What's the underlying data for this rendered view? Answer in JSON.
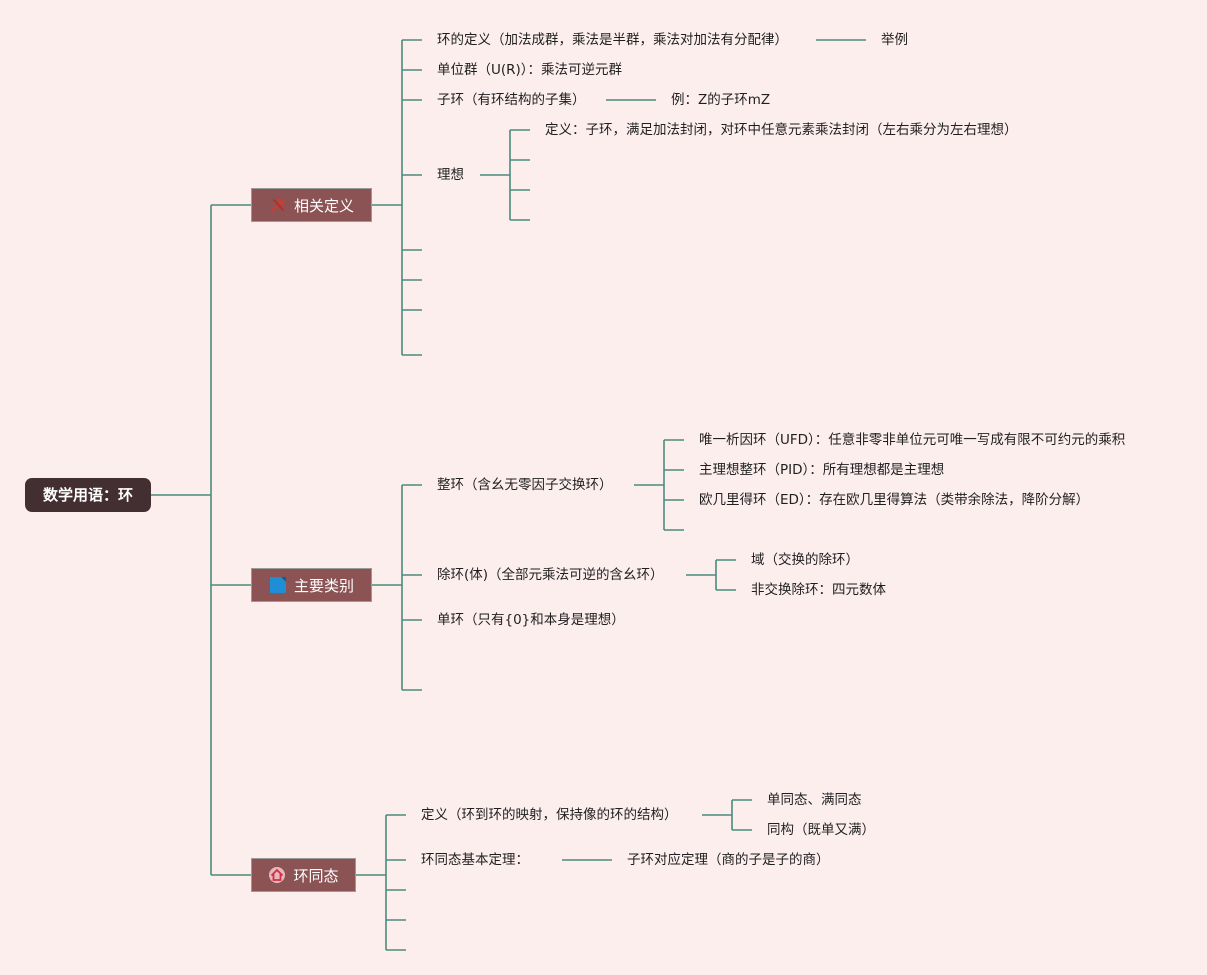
{
  "root": "数学用语：环",
  "categories": {
    "defs": {
      "label": "相关定义",
      "icon": "tools-icon"
    },
    "types": {
      "label": "主要类别",
      "icon": "flag-icon"
    },
    "homo": {
      "label": "环同态",
      "icon": "house-icon"
    }
  },
  "nodes": {
    "ring_def": "环的定义（加法成群，乘法是半群，乘法对加法有分配律）",
    "ring_def_example": "举例",
    "units": "单位群（U(R)）：乘法可逆元群",
    "subring": "子环（有环结构的子集）",
    "subring_example": "例：Z的子环mZ",
    "ideal": "理想",
    "ideal_def": "定义：子环，满足加法封闭，对环中任意元素乘法封闭（左右乘分为左右理想）",
    "integral_domain": "整环（含幺无零因子交换环）",
    "ufd": "唯一析因环（UFD）：任意非零非单位元可唯一写成有限不可约元的乘积",
    "pid": "主理想整环（PID）：所有理想都是主理想",
    "ed": "欧几里得环（ED）：存在欧几里得算法（类带余除法，降阶分解）",
    "division_ring": "除环(体)（全部元乘法可逆的含幺环）",
    "field": "域（交换的除环）",
    "noncomm_division": "非交换除环：四元数体",
    "simple_ring": "单环（只有{0}和本身是理想）",
    "homo_def": "定义（环到环的映射，保持像的环的结构）",
    "mono_epi": "单同态、满同态",
    "iso": "同构（既单又满）",
    "homo_theorem": "环同态基本定理：￼",
    "correspondence": "子环对应定理（商的子是子的商）"
  },
  "colors": {
    "background": "#fdeeee",
    "root": "#432e31",
    "category": "#8b5354",
    "line": "#4c8a7c"
  }
}
